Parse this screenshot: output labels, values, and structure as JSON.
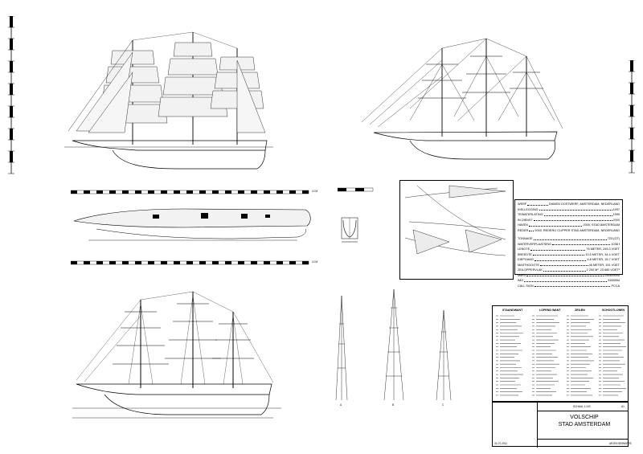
{
  "title_block": {
    "ship_type": "VOLSCHIP",
    "ship_name": "STAD AMSTERDAM",
    "scale": "SCHAAL 1:100",
    "sheet": "A1",
    "author": "ARJEN BRINKERS",
    "date": "31-07-2011"
  },
  "specs": [
    {
      "label": "WERF",
      "value": "DAMEN OOSTWERF, AMSTERDAM, NEDERLAND"
    },
    {
      "label": "KIELLEGGING",
      "value": "1997"
    },
    {
      "label": "TEWATERLATING",
      "value": "1999"
    },
    {
      "label": "IN DIENST",
      "value": "2000"
    },
    {
      "label": "HAVEN",
      "value": "2000, STAD AMSTERDAM"
    },
    {
      "label": "REDER",
      "value": "2000, REDERIJ CLIPPER STAD AMSTERDAM, NEDERLAND"
    },
    {
      "label": "TONNAGE",
      "value": "723 (GT)"
    },
    {
      "label": "WATERVERPLAATSING",
      "value": "1038 t"
    },
    {
      "label": "LENGTE",
      "value": "76 METER, 249.3 VOET"
    },
    {
      "label": "BREEDTE",
      "value": "10.5 METER, 34.4 VOET"
    },
    {
      "label": "DIEPGANG",
      "value": "4.8 METER, 15.7 VOET"
    },
    {
      "label": "MASTHOOGTE",
      "value": "46 METER, 151 VOET"
    },
    {
      "label": "ZEILOPPERVLAK",
      "value": "2 200 M², 23 680 VOET²"
    },
    {
      "label": "MMSI",
      "value": "244449000"
    },
    {
      "label": "IMO",
      "value": "9185554"
    },
    {
      "label": "CALL SIGN",
      "value": "PCCA"
    }
  ],
  "legend_headers": [
    "STAANDWANT",
    "LOPEND WANT",
    "ZEILEN",
    "SCHOOTLIJNEN"
  ],
  "ruler_labels": [
    "1 M",
    "10 M"
  ],
  "mast_labels": [
    "A",
    "B",
    "C"
  ],
  "colors": {
    "line": "#000000",
    "background": "#ffffff"
  }
}
